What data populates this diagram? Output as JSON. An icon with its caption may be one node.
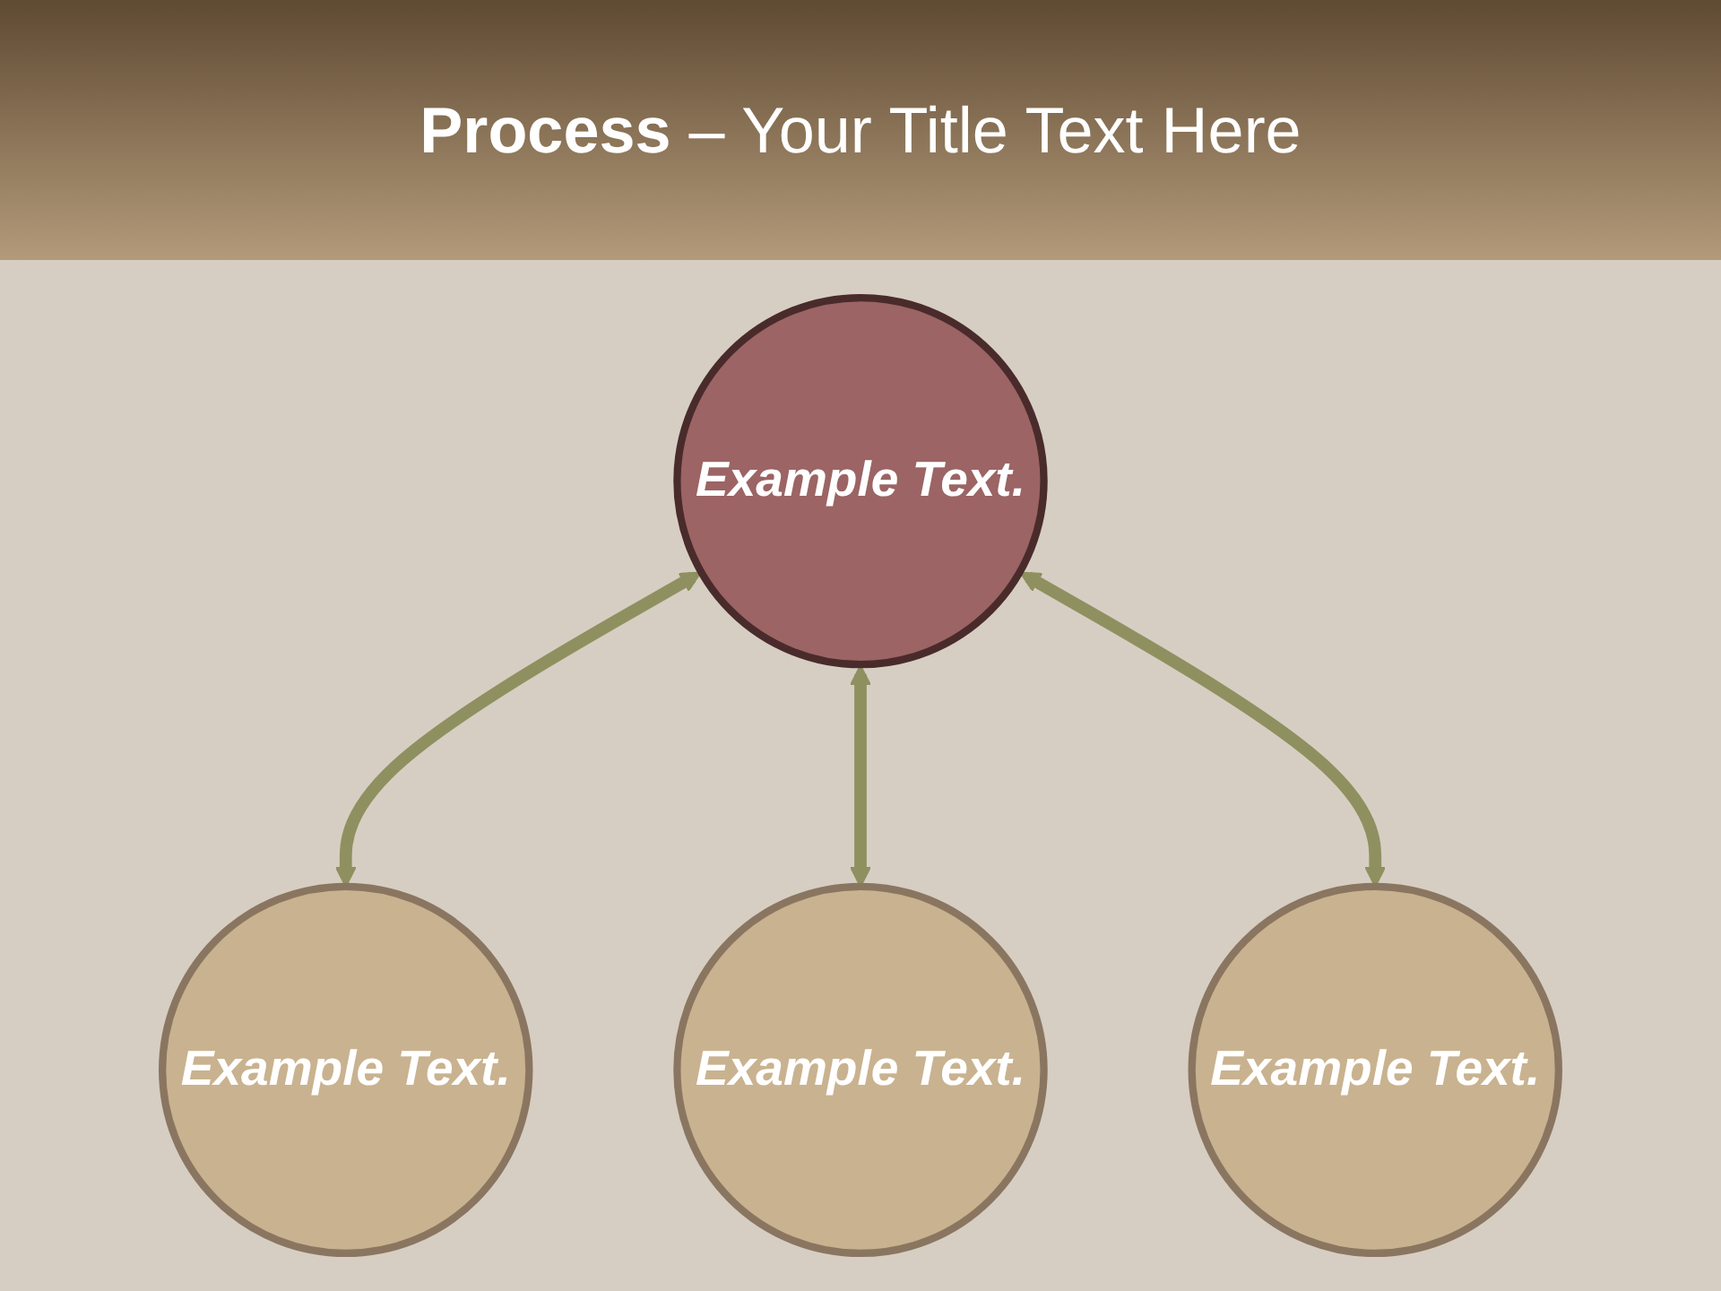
{
  "diagram": {
    "title": "**Process** – Your Title Text Here",
    "nodes": [
      {
        "text": [
          "Example Text."
        ]
      },
      {
        "text": [
          "Example Text."
        ]
      },
      {
        "text": [
          "Example Text."
        ]
      },
      {
        "text": [
          "Example Text."
        ]
      }
    ],
    "edges": [
      {
        "from": 0,
        "to": 1,
        "arrow": "both"
      },
      {
        "from": 0,
        "to": 2,
        "arrow": "both"
      },
      {
        "from": 0,
        "to": 3,
        "arrow": "both"
      }
    ]
  }
}
